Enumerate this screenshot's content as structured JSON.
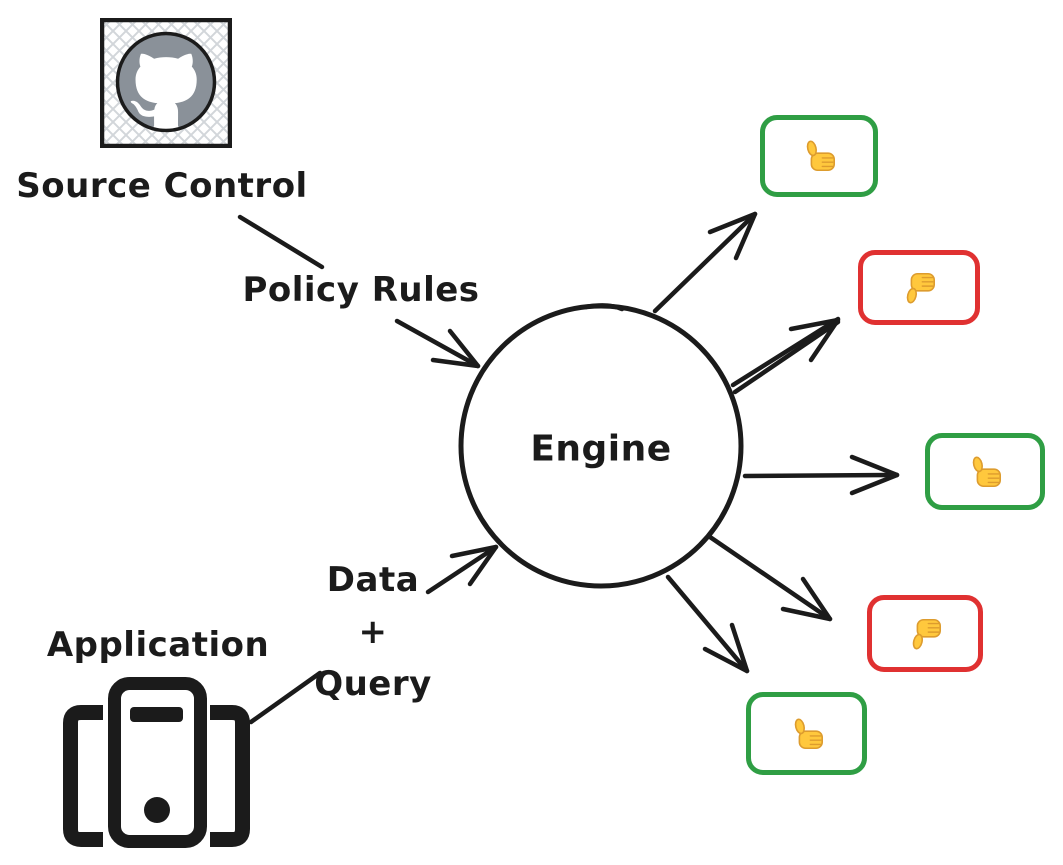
{
  "colors": {
    "background": "#ffffff",
    "stroke": "#1b1b1b",
    "green": "#2f9e44",
    "red": "#e03131",
    "github_gray": "#8a9199",
    "hatch": "#d2d6da",
    "emoji_yellow": "#ffc83d",
    "emoji_outline": "#dd9c2e"
  },
  "nodes": {
    "source_control": {
      "label": "Source Control",
      "icon": "github-icon"
    },
    "application": {
      "label": "Application",
      "icon": "app-device-icon"
    },
    "engine": {
      "label": "Engine"
    }
  },
  "edge_labels": {
    "policy_rules": "Policy Rules",
    "data_query": [
      "Data",
      "+",
      "Query"
    ]
  },
  "outputs": [
    {
      "verdict": "allow",
      "emoji": "thumbs-up",
      "border_color": "#2f9e44"
    },
    {
      "verdict": "deny",
      "emoji": "thumbs-down",
      "border_color": "#e03131"
    },
    {
      "verdict": "allow",
      "emoji": "thumbs-up",
      "border_color": "#2f9e44"
    },
    {
      "verdict": "deny",
      "emoji": "thumbs-down",
      "border_color": "#e03131"
    },
    {
      "verdict": "allow",
      "emoji": "thumbs-up",
      "border_color": "#2f9e44"
    }
  ]
}
